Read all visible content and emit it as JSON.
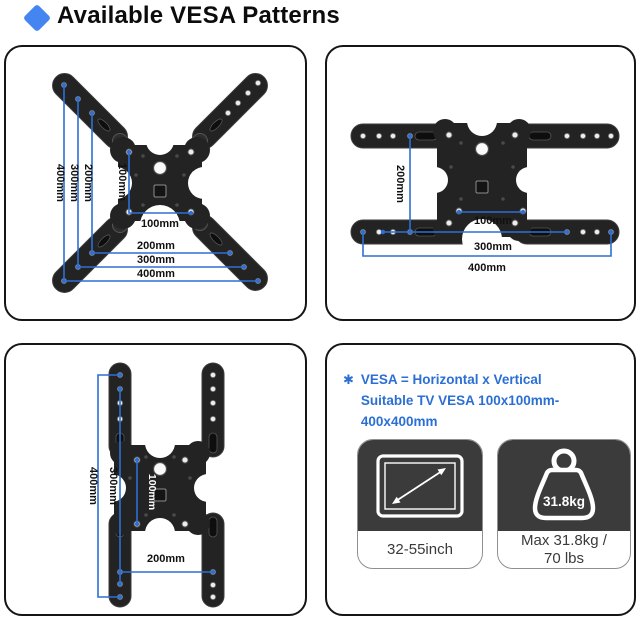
{
  "title": "Available VESA Patterns",
  "colors": {
    "accent_blue": "#4485f2",
    "dimension_blue": "#2d6fd4",
    "note_blue": "#2b6fd4",
    "bracket_black": "#232323",
    "card_gray": "#3b3b3b"
  },
  "panels": {
    "cross": {
      "vertical_dims": [
        "400mm",
        "300mm",
        "200mm",
        "100mm"
      ],
      "horizontal_dims": [
        "100mm",
        "200mm",
        "300mm",
        "400mm"
      ]
    },
    "wide": {
      "vertical_dims": [
        "200mm"
      ],
      "horizontal_dims": [
        "100mm",
        "300mm",
        "400mm"
      ]
    },
    "tall": {
      "vertical_dims": [
        "400mm",
        "300mm",
        "100mm"
      ],
      "horizontal_dims": [
        "200mm"
      ]
    },
    "info": {
      "note_star": "✱",
      "note_line1": "VESA = Horizontal x Vertical",
      "note_line2": "Suitable TV VESA 100x100mm-400x400mm",
      "tv_card": {
        "label": "32-55inch"
      },
      "weight_card": {
        "badge": "31.8kg",
        "label_line1": "Max 31.8kg /",
        "label_line2": "70 lbs"
      }
    }
  }
}
